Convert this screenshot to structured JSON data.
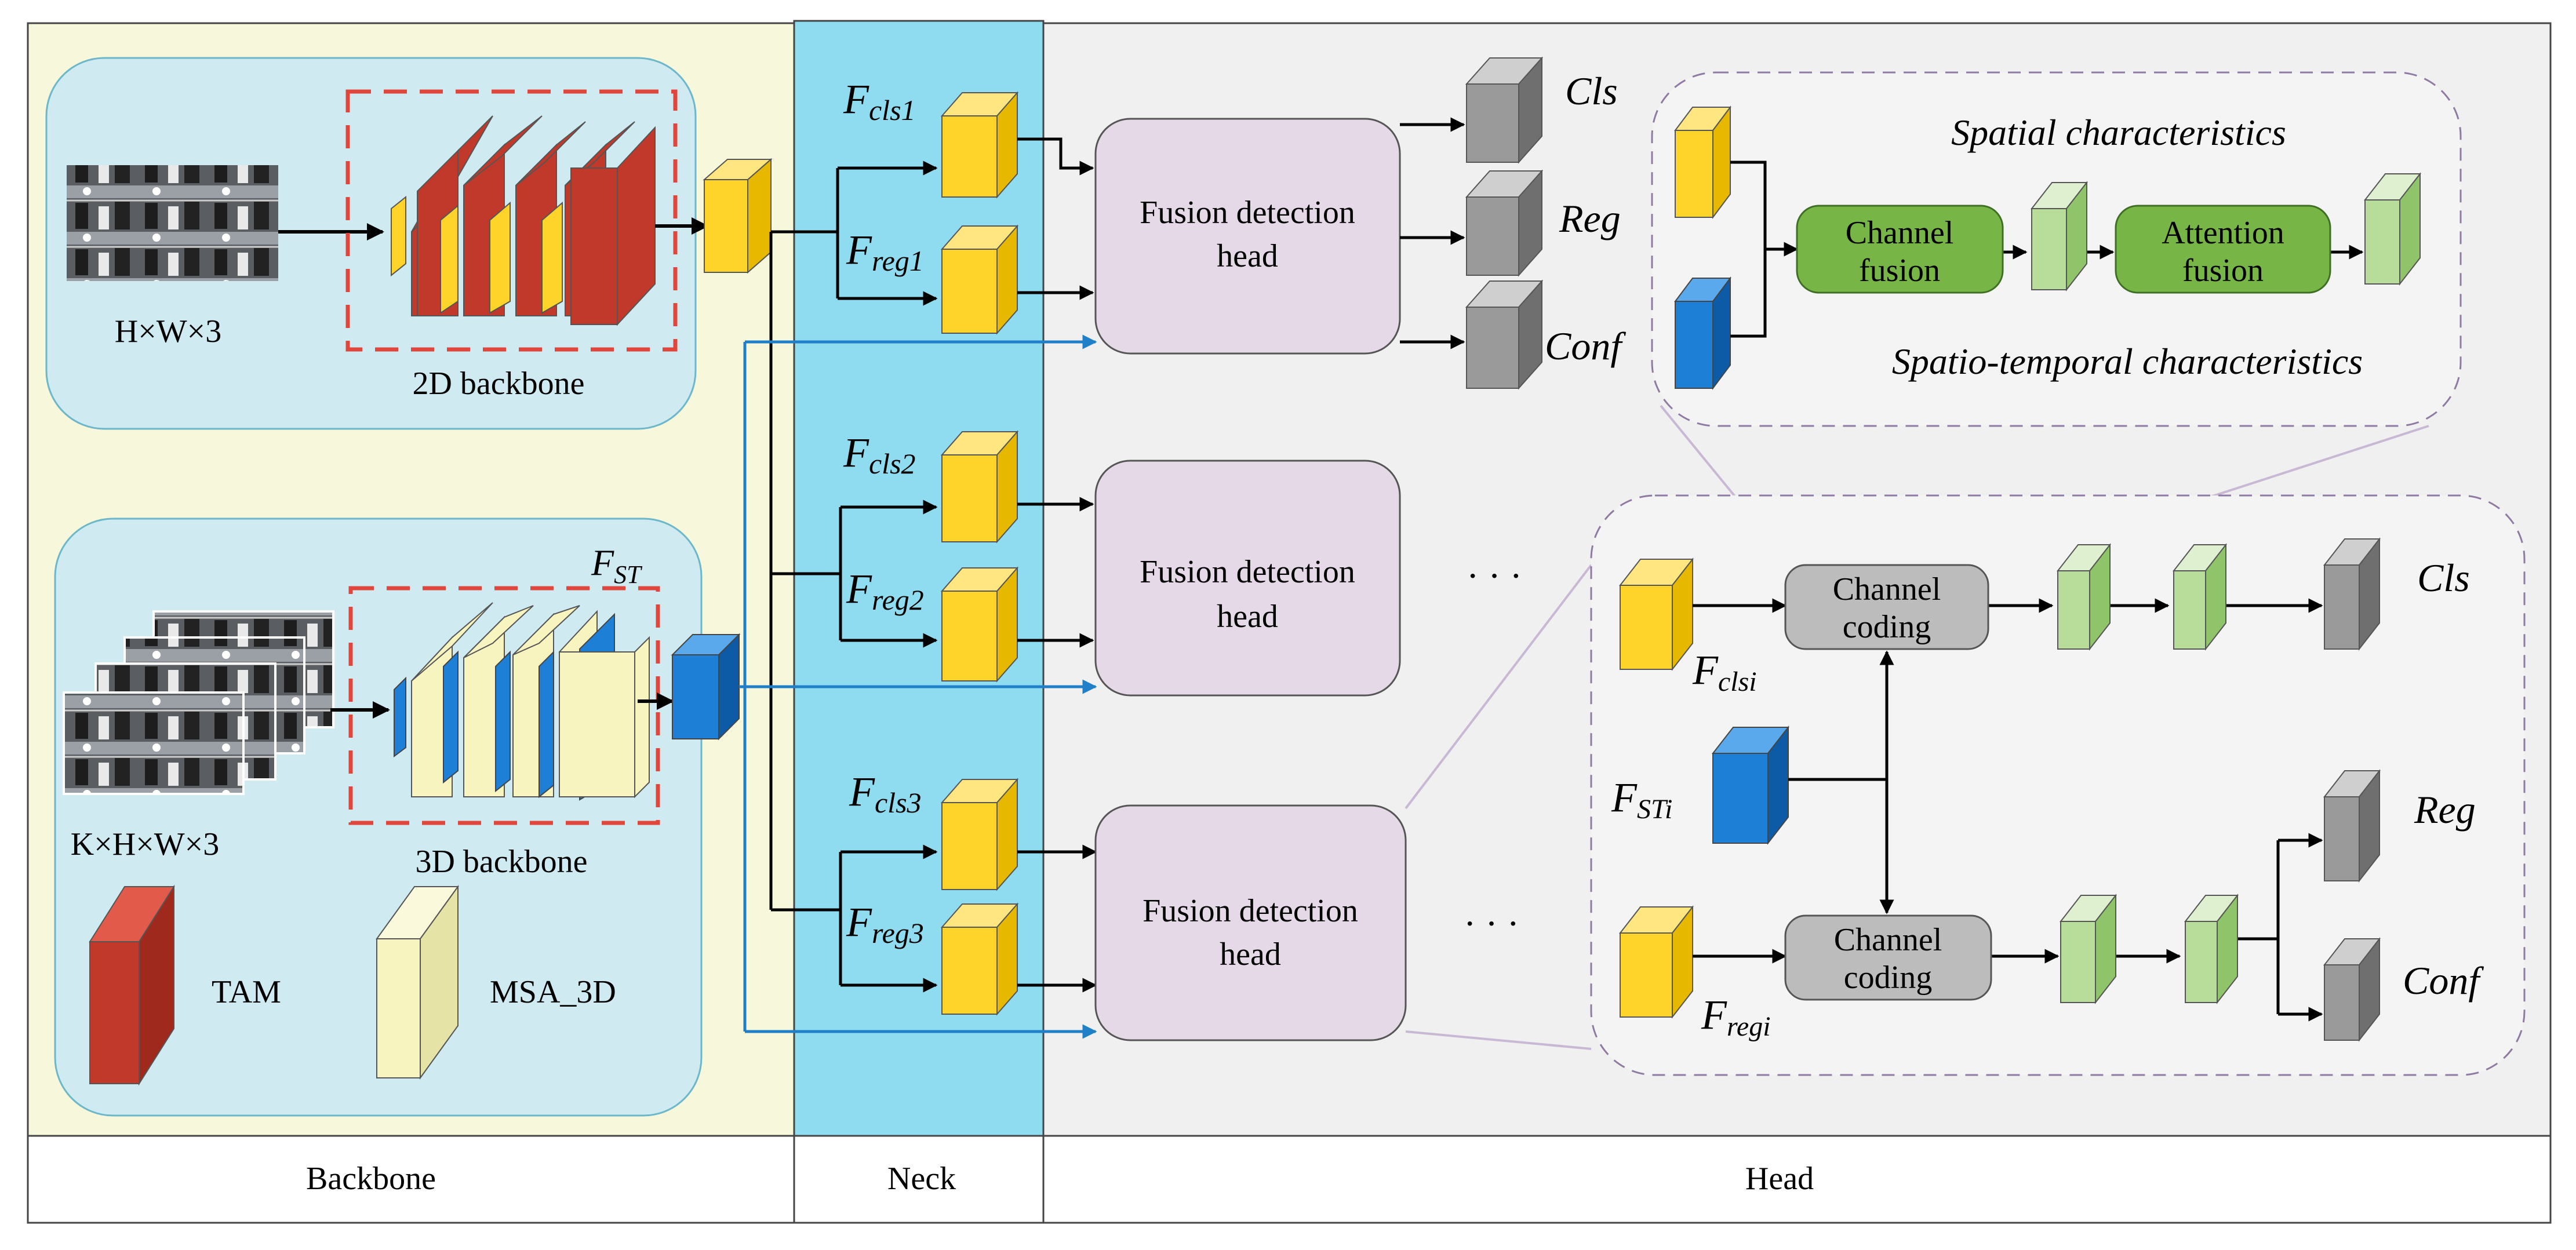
{
  "stages": {
    "backbone": "Backbone",
    "neck": "Neck",
    "head": "Head"
  },
  "backbone": {
    "input_2d_dims": "H×W×3",
    "input_3d_dims": "K×H×W×3",
    "backbone_2d": "2D backbone",
    "backbone_3d": "3D backbone",
    "f_st": {
      "base": "F",
      "sub": "ST"
    },
    "legend": {
      "tam": "TAM",
      "msa": "MSA_3D"
    }
  },
  "neck": {
    "f_cls1": {
      "base": "F",
      "sub": "cls1"
    },
    "f_reg1": {
      "base": "F",
      "sub": "reg1"
    },
    "f_cls2": {
      "base": "F",
      "sub": "cls2"
    },
    "f_reg2": {
      "base": "F",
      "sub": "reg2"
    },
    "f_cls3": {
      "base": "F",
      "sub": "cls3"
    },
    "f_reg3": {
      "base": "F",
      "sub": "reg3"
    }
  },
  "head": {
    "fusion_line1": "Fusion detection",
    "fusion_line2": "head",
    "out_cls": "Cls",
    "out_reg": "Reg",
    "out_conf": "Conf",
    "ellipsis": "· · ·",
    "detail_top": {
      "spatial": "Spatial characteristics",
      "spatiotemporal": "Spatio-temporal characteristics",
      "channel_fusion": [
        "Channel",
        "fusion"
      ],
      "attention_fusion": [
        "Attention",
        "fusion"
      ]
    },
    "detail_bottom": {
      "channel_coding": [
        "Channel",
        "coding"
      ],
      "f_clsi": {
        "base": "F",
        "sub": "clsi"
      },
      "f_regi": {
        "base": "F",
        "sub": "regi"
      },
      "f_sti": {
        "base": "F",
        "sub": "STi"
      },
      "cls": "Cls",
      "reg": "Reg",
      "conf": "Conf"
    }
  },
  "colors": {
    "backbone_bg": "#f7f7dc",
    "neck_bg": "#8fdbef",
    "head_bg": "#f0f0f0",
    "panel_blue": "#cfeaf0",
    "fusion_box": "#e5d9e7",
    "yellow": "#ffd42a",
    "blue": "#1e7fd6",
    "gray": "#9a9a9a",
    "green_box": "#77b547",
    "light_green": "#b8dc9a",
    "tam_red": "#c0392b",
    "msa_cream": "#f7f4c0",
    "dashed_red": "#e0463c",
    "arrow_blue": "#1f7fc8"
  }
}
